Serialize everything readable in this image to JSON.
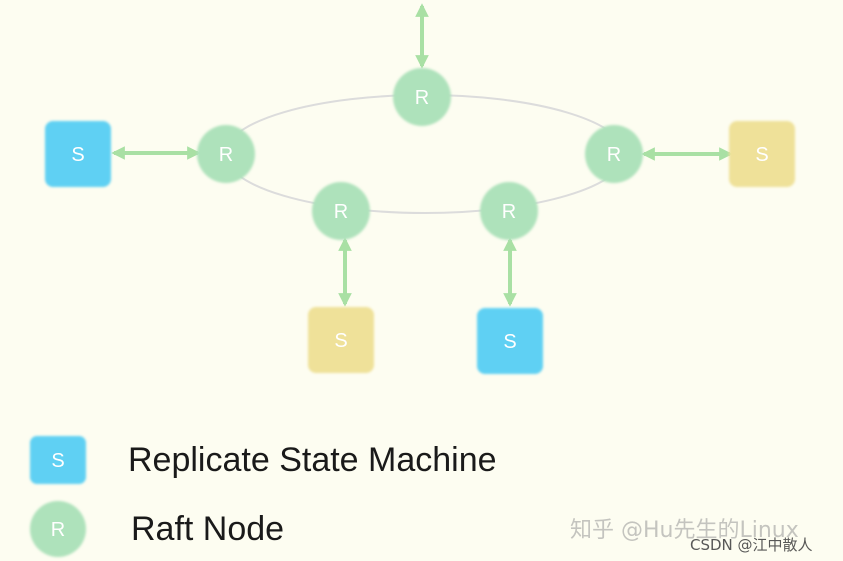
{
  "colors": {
    "background": "#fdfdf1",
    "raft_node": "#aee2bb",
    "ring": "#dcdcdc",
    "arrow": "#a9e0a4",
    "sm_blue": "#5fd0f3",
    "sm_yellow": "#efe199"
  },
  "diagram": {
    "raft_node_letter": "R",
    "state_machine_letter": "S",
    "raft_nodes": [
      "top",
      "left",
      "right",
      "bottom-left",
      "bottom-right"
    ],
    "state_machines": [
      {
        "id": "left",
        "color": "blue"
      },
      {
        "id": "right",
        "color": "yellow"
      },
      {
        "id": "bottom-left",
        "color": "yellow"
      },
      {
        "id": "bottom-right",
        "color": "blue"
      }
    ]
  },
  "legend": {
    "state_machine_letter": "S",
    "state_machine_label": "Replicate State Machine",
    "raft_node_letter": "R",
    "raft_node_label": "Raft Node"
  },
  "watermark": {
    "main": "知乎 @Hu先生的Linux",
    "sub": "CSDN @江中散人"
  }
}
